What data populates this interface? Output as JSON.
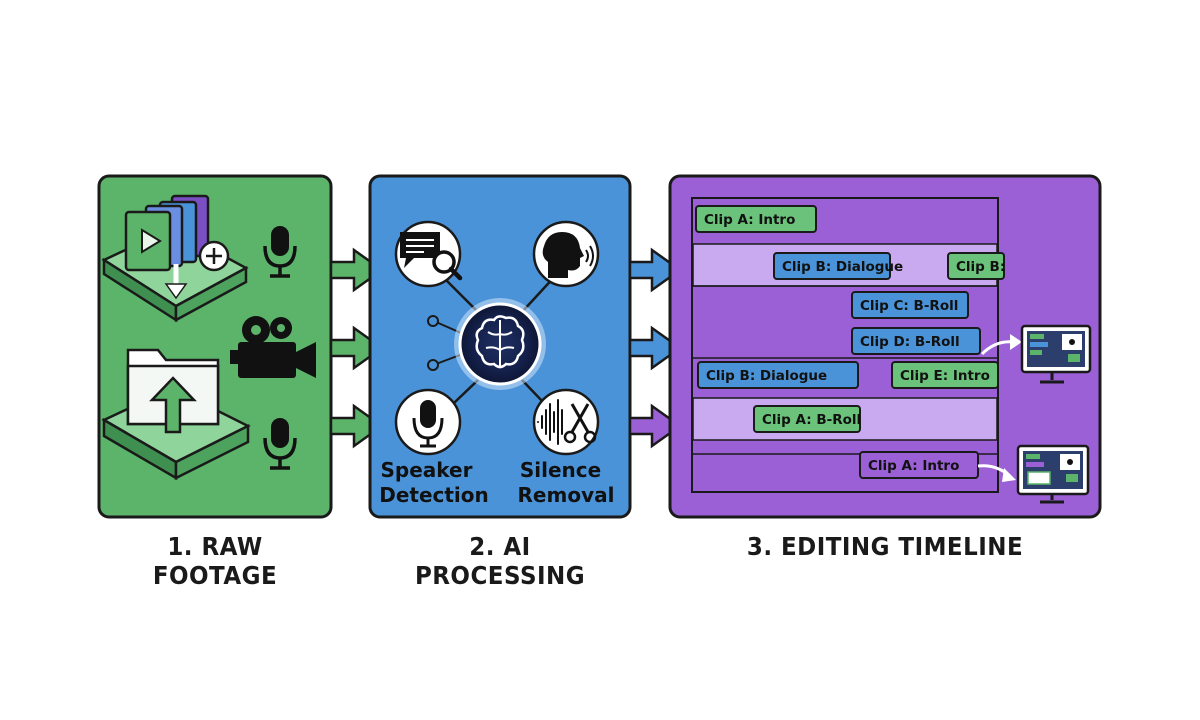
{
  "stages": [
    {
      "label": "1. RAW FOOTAGE",
      "color": "#5cb46b"
    },
    {
      "label": "2. AI PROCESSING",
      "color": "#4a93d8"
    },
    {
      "label": "3. EDITING TIMELINE",
      "color": "#9b5fd6"
    }
  ],
  "processing": {
    "speaker_detection": [
      "Speaker",
      "Detection"
    ],
    "silence_removal": [
      "Silence",
      "Removal"
    ]
  },
  "timeline": {
    "clips": [
      {
        "label": "Clip A: Intro",
        "color": "#6bc27a"
      },
      {
        "label": "Clip B: Dialogue",
        "color": "#4a93d8"
      },
      {
        "label": "Clip B:",
        "color": "#6bc27a"
      },
      {
        "label": "Clip C: B-Roll",
        "color": "#4a93d8"
      },
      {
        "label": "Clip D: B-Roll",
        "color": "#4a93d8"
      },
      {
        "label": "Clip B: Dialogue",
        "color": "#4a93d8"
      },
      {
        "label": "Clip E: Intro",
        "color": "#6bc27a"
      },
      {
        "label": "Clip A: B-Roll",
        "color": "#6bc27a"
      },
      {
        "label": "Clip A: Intro",
        "color": "#9b5fd6"
      }
    ]
  },
  "icons": [
    "video-files-icon",
    "upload-folder-icon",
    "microphone-icon",
    "video-camera-icon",
    "chat-search-icon",
    "speaking-head-icon",
    "ai-brain-icon",
    "scissors-waveform-icon",
    "monitor-icon",
    "arrow-icon"
  ]
}
